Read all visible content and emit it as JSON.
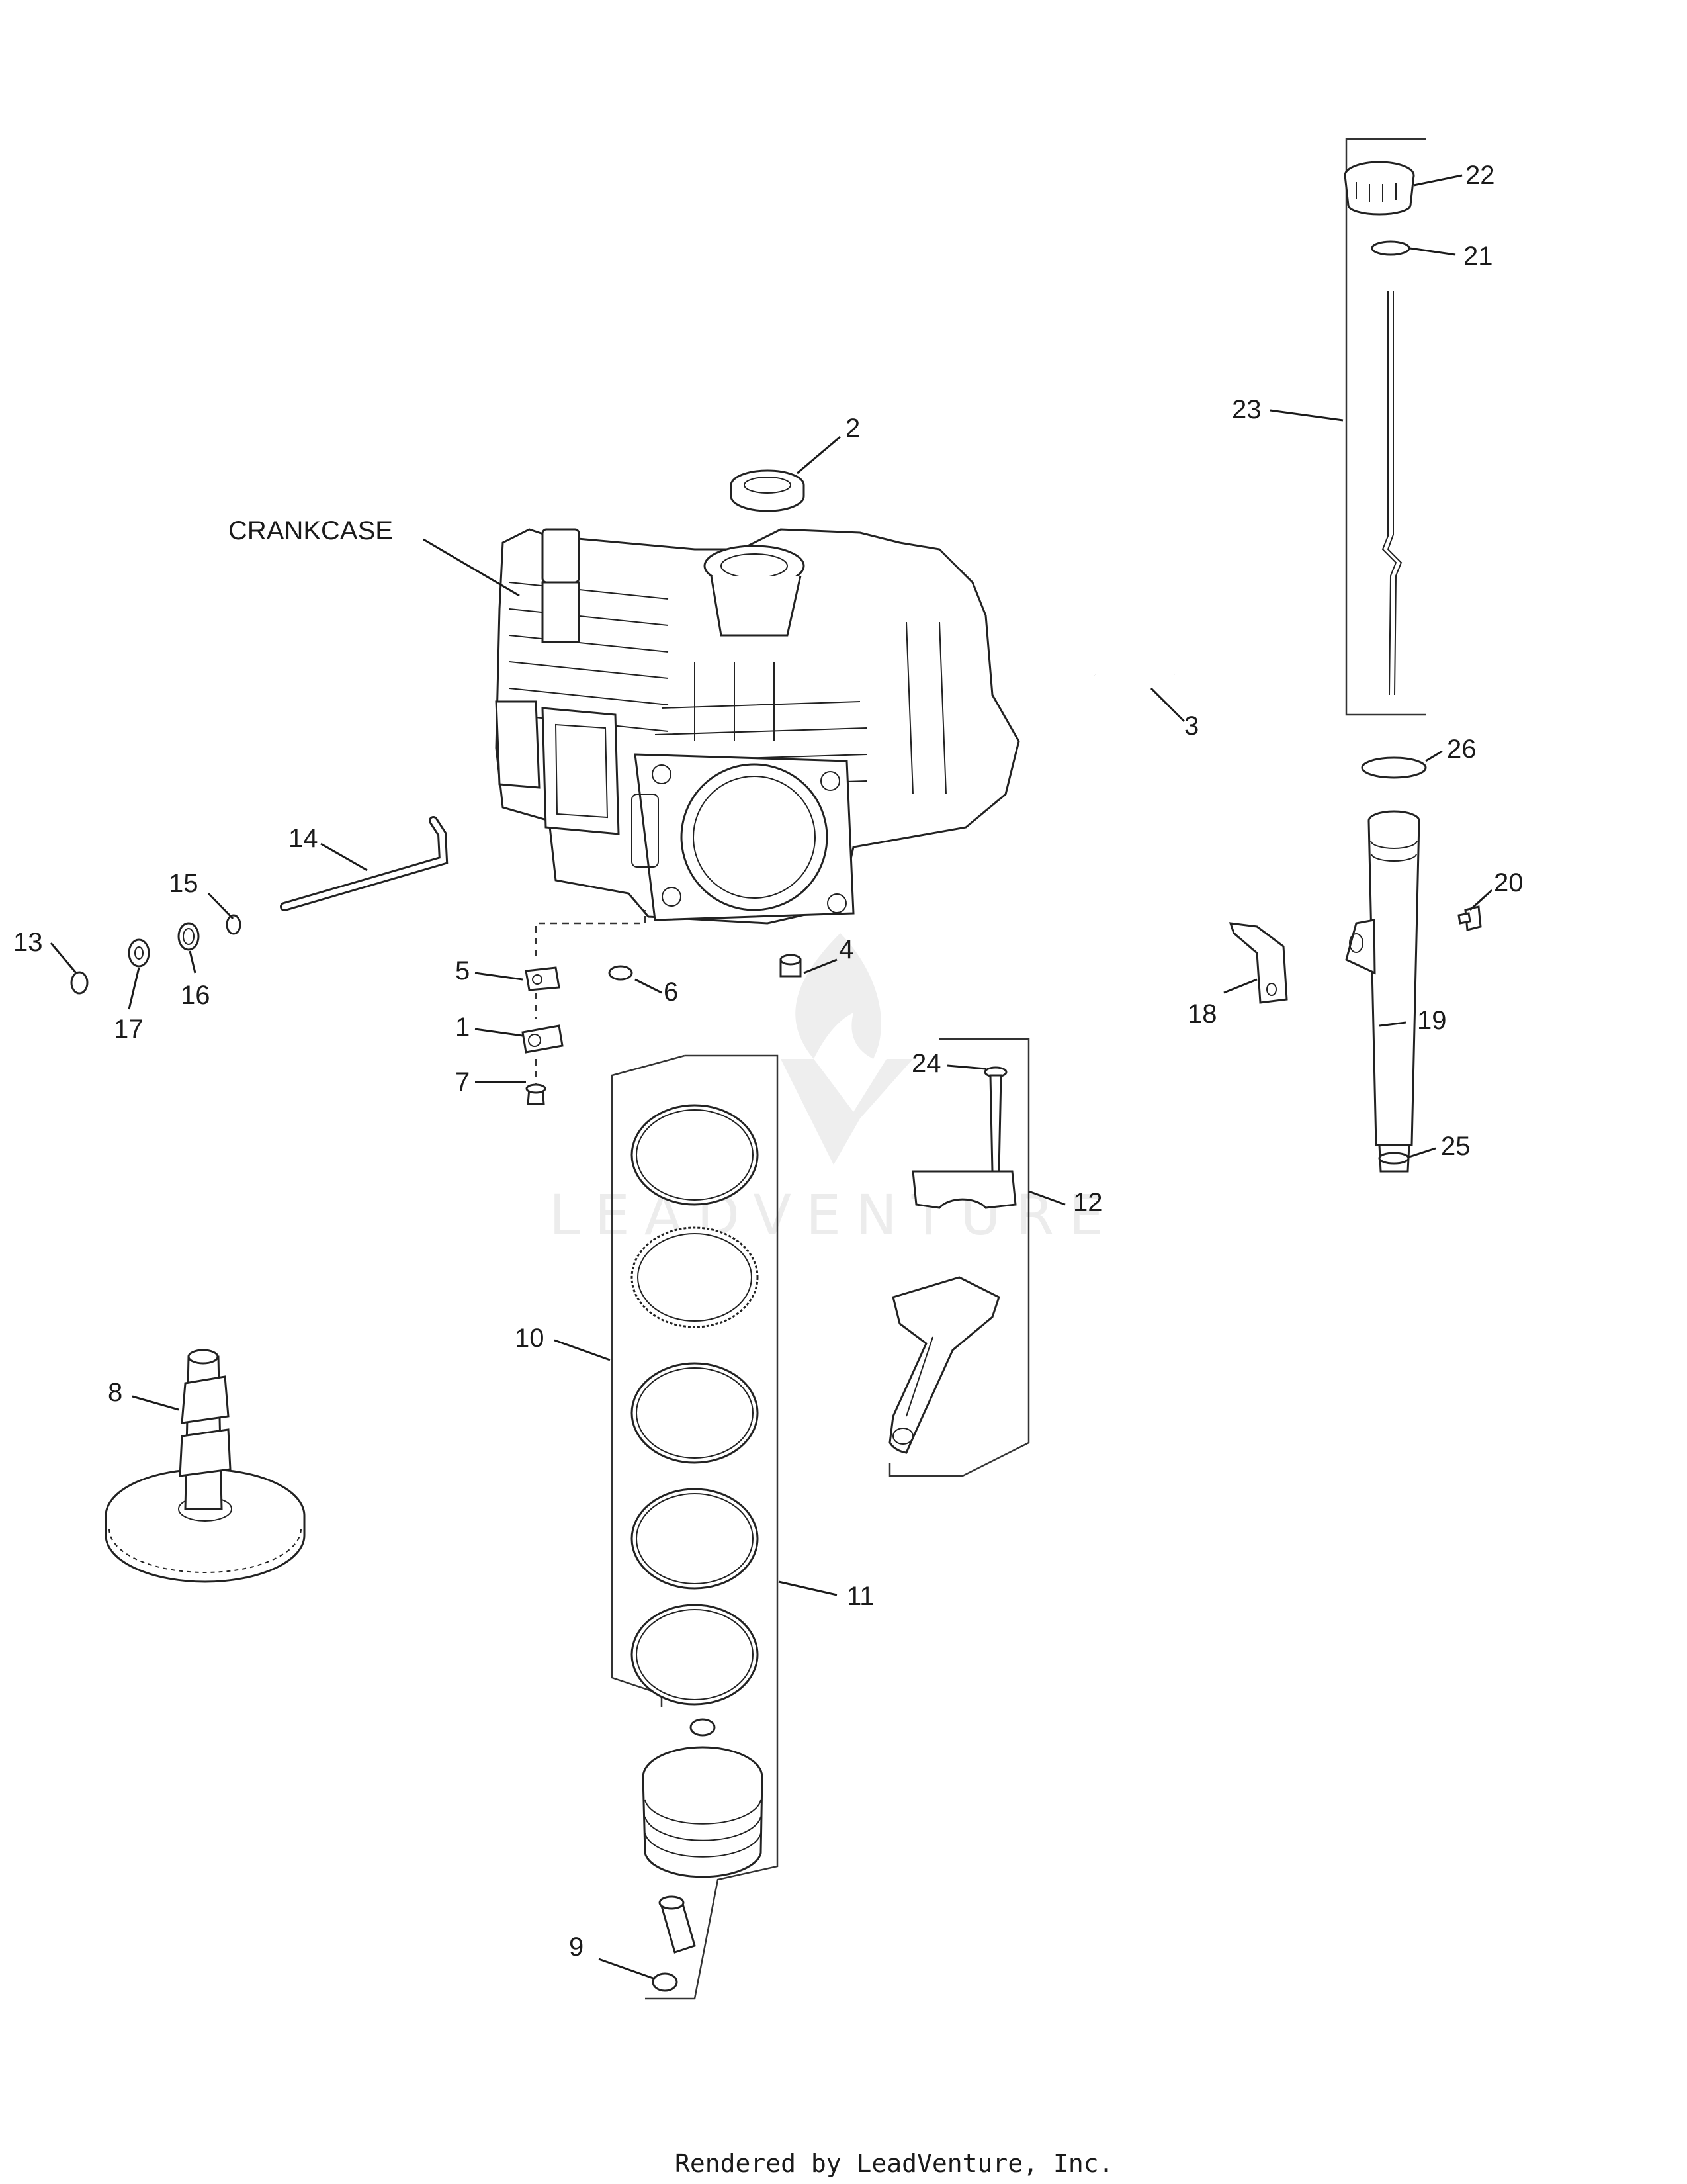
{
  "watermark": "LEADVENTURE",
  "footer": "Rendered by LeadVenture, Inc.",
  "callouts": {
    "crankcase": "CRANKCASE",
    "c1": "1",
    "c2": "2",
    "c3": "3",
    "c4": "4",
    "c5": "5",
    "c6": "6",
    "c7": "7",
    "c8": "8",
    "c9": "9",
    "c10": "10",
    "c11": "11",
    "c12": "12",
    "c13": "13",
    "c14": "14",
    "c15": "15",
    "c16": "16",
    "c17": "17",
    "c18": "18",
    "c19": "19",
    "c20": "20",
    "c21": "21",
    "c22": "22",
    "c23": "23",
    "c24": "24",
    "c25": "25",
    "c26": "26"
  }
}
